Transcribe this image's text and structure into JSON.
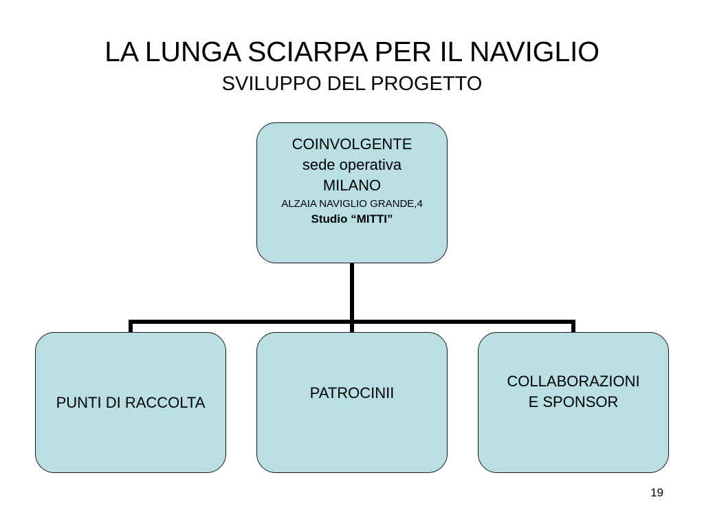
{
  "slide": {
    "title": "LA LUNGA SCIARPA PER IL NAVIGLIO",
    "subtitle": "SVILUPPO DEL PROGETTO",
    "page_number": "19"
  },
  "diagram": {
    "root": {
      "line1": "COINVOLGENTE",
      "line2": "sede operativa",
      "line3": "MILANO",
      "line4": "ALZAIA NAVIGLIO GRANDE,4",
      "line5": "Studio “MITTI”"
    },
    "children": [
      {
        "label": "PUNTI DI RACCOLTA"
      },
      {
        "label": "PATROCINII"
      },
      {
        "line1": "COLLABORAZIONI",
        "line2": "E SPONSOR"
      }
    ],
    "colors": {
      "box_fill": "#b9dfe4",
      "box_border": "#1a1a1a",
      "connector": "#000000"
    }
  }
}
